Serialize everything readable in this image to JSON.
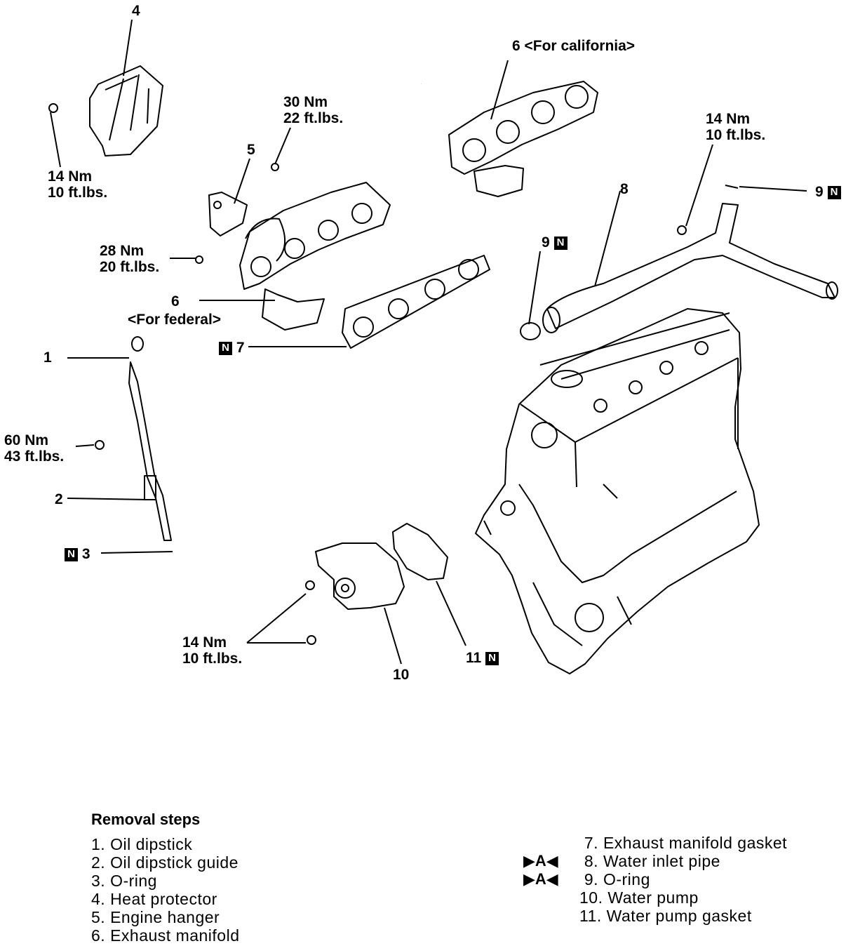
{
  "labels": {
    "l4": "4",
    "l4_t1": "14 Nm",
    "l4_t2": "10 ft.lbs.",
    "l5": "5",
    "l5_t1": "30 Nm",
    "l5_t2": "22 ft.lbs.",
    "l6cal": "6 <For california>",
    "l6fed_num": "6",
    "l6fed": "<For federal>",
    "l6_t1": "28 Nm",
    "l6_t2": "20 ft.lbs.",
    "l7": "7",
    "l8": "8",
    "l8_t1": "14 Nm",
    "l8_t2": "10 ft.lbs.",
    "l9a": "9",
    "l9b": "9",
    "l1": "1",
    "l2": "2",
    "l2_t1": "60 Nm",
    "l2_t2": "43 ft.lbs.",
    "l3": "3",
    "l10": "10",
    "l10_t1": "14 Nm",
    "l10_t2": "10 ft.lbs.",
    "l11": "11",
    "n_box": "N"
  },
  "removal": {
    "title": "Removal steps",
    "left": [
      "1. Oil dipstick",
      "2. Oil dipstick guide",
      "3. O-ring",
      "4. Heat protector",
      "5. Engine hanger",
      "6. Exhaust manifold"
    ],
    "right": [
      " 7. Exhaust manifold gasket",
      " 8. Water inlet pipe",
      " 9. O-ring",
      "10. Water pump",
      "11. Water pump gasket"
    ],
    "marker_8": "▶A◀",
    "marker_9": "▶A◀"
  }
}
